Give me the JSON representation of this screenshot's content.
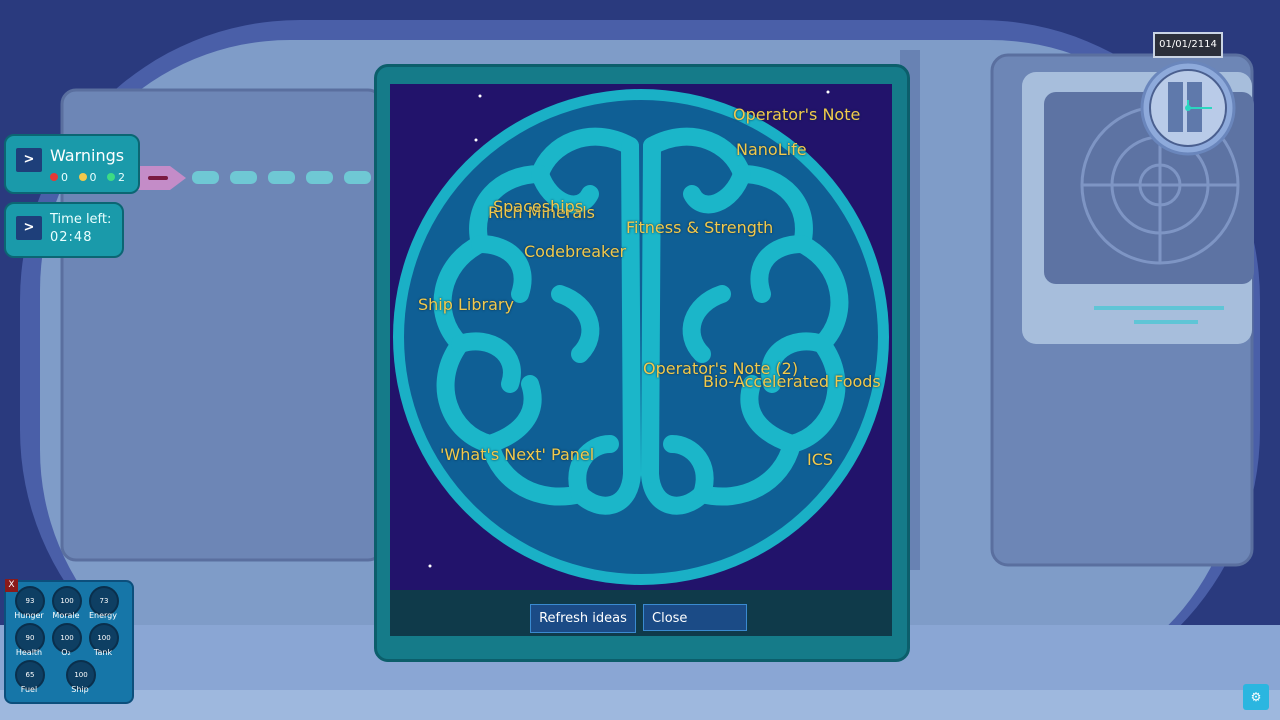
{
  "warnings": {
    "label": "Warnings",
    "counts": {
      "red": "0",
      "yellow": "0",
      "green": "2"
    },
    "colors": {
      "red": "#e53935",
      "yellow": "#f2c94c",
      "green": "#3ddc84"
    }
  },
  "time_left": {
    "label": "Time left:",
    "value": "02:48"
  },
  "date": "01/01/2114",
  "ideas": [
    "Operator's Note",
    "NanoLife",
    "Rich Minerals",
    "Spaceships",
    "Fitness & Strength",
    "Codebreaker",
    "Ship Library",
    "Operator's Note (2)",
    "Bio-Accelerated Foods",
    "'What's Next' Panel",
    "ICS"
  ],
  "buttons": {
    "refresh": "Refresh ideas",
    "close": "Close"
  },
  "stats": [
    {
      "label": "Hunger",
      "value": "93"
    },
    {
      "label": "Morale",
      "value": "100"
    },
    {
      "label": "Energy",
      "value": "73"
    },
    {
      "label": "Health",
      "value": "90"
    },
    {
      "label": "O₂",
      "value": "100"
    },
    {
      "label": "Tank",
      "value": "100"
    },
    {
      "label": "Fuel",
      "value": "65"
    },
    {
      "label": "Ship",
      "value": "100"
    }
  ],
  "stats_close": "X",
  "colors": {
    "idea_text": "#f2c94c",
    "accent": "#1a9aaa"
  }
}
